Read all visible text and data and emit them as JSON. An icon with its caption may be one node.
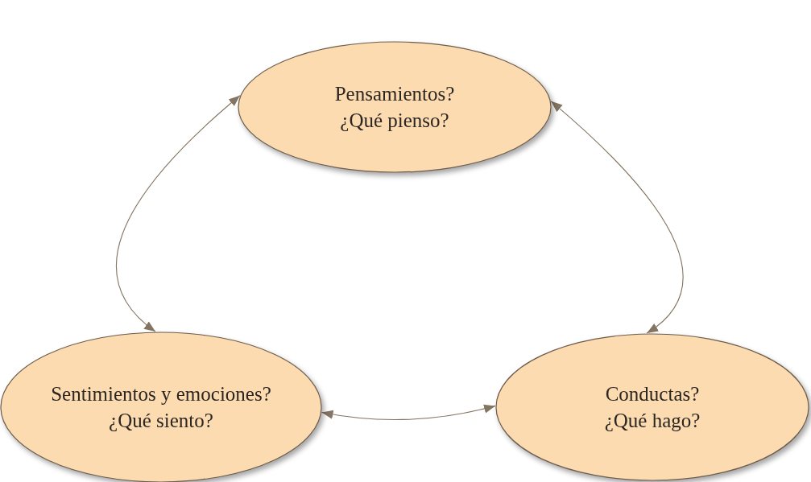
{
  "diagram": {
    "nodes": [
      {
        "text": [
          "Pensamientos?",
          "¿Qué pienso?"
        ]
      },
      {
        "text": [
          "Sentimientos y emociones?",
          "¿Qué siento?"
        ]
      },
      {
        "text": [
          "Conductas?",
          "¿Qué hago?"
        ]
      }
    ],
    "edges": [
      {
        "from": 0,
        "to": 1,
        "arrow": "both"
      },
      {
        "from": 0,
        "to": 2,
        "arrow": "both"
      },
      {
        "from": 1,
        "to": 2,
        "arrow": "both"
      }
    ]
  }
}
